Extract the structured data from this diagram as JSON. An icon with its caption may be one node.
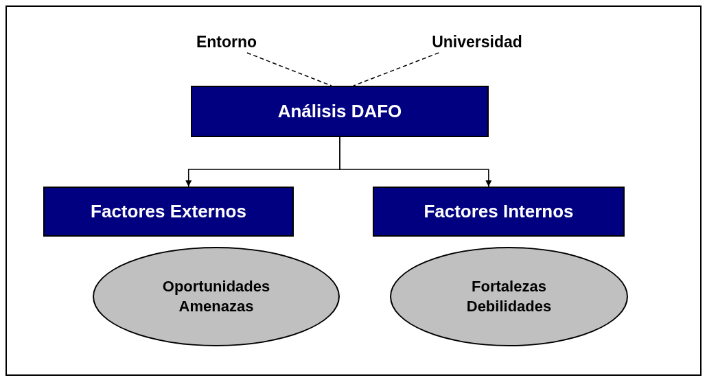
{
  "diagram": {
    "nodes": [
      {
        "text": [
          "Entorno"
        ]
      },
      {
        "text": [
          "Universidad"
        ]
      },
      {
        "text": [
          "Análisis DAFO"
        ]
      },
      {
        "text": [
          "Factores Externos"
        ]
      },
      {
        "text": [
          "Factores Internos"
        ]
      },
      {
        "text": [
          "Oportunidades",
          "Amenazas"
        ]
      },
      {
        "text": [
          "Fortalezas",
          "Debilidades"
        ]
      }
    ],
    "edges": [
      {
        "from": 0,
        "to": 2,
        "arrow": "none",
        "style": "dashed"
      },
      {
        "from": 1,
        "to": 2,
        "arrow": "none",
        "style": "dashed"
      },
      {
        "from": 2,
        "to": 3,
        "arrow": "to"
      },
      {
        "from": 2,
        "to": 4,
        "arrow": "to"
      }
    ]
  }
}
